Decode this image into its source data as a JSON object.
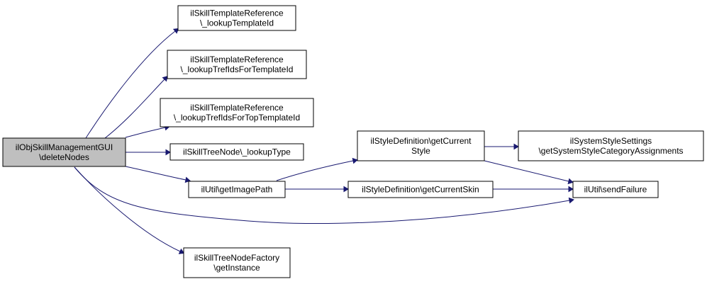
{
  "nodes": {
    "root": {
      "lines": [
        "ilObjSkillManagementGUI",
        "\\deleteNodes"
      ]
    },
    "lookupTplId": {
      "lines": [
        "ilSkillTemplateReference",
        "\\_lookupTemplateId"
      ]
    },
    "lookupTref": {
      "lines": [
        "ilSkillTemplateReference",
        "\\_lookupTrefIdsForTemplateId"
      ]
    },
    "lookupTrefTop": {
      "lines": [
        "ilSkillTemplateReference",
        "\\_lookupTrefIdsForTopTemplateId"
      ]
    },
    "lookupType": {
      "lines": [
        "ilSkillTreeNode\\_lookupType"
      ]
    },
    "getImagePath": {
      "lines": [
        "ilUtil\\getImagePath"
      ]
    },
    "getInstance": {
      "lines": [
        "ilSkillTreeNodeFactory",
        "\\getInstance"
      ]
    },
    "curStyle": {
      "lines": [
        "ilStyleDefinition\\getCurrent",
        "Style"
      ]
    },
    "curSkin": {
      "lines": [
        "ilStyleDefinition\\getCurrentSkin"
      ]
    },
    "sysStyle": {
      "lines": [
        "ilSystemStyleSettings",
        "\\getSystemStyleCategoryAssignments"
      ]
    },
    "sendFailure": {
      "lines": [
        "ilUtil\\sendFailure"
      ]
    }
  },
  "edges": [
    [
      "root",
      "lookupTplId"
    ],
    [
      "root",
      "lookupTref"
    ],
    [
      "root",
      "lookupTrefTop"
    ],
    [
      "root",
      "lookupType"
    ],
    [
      "root",
      "getImagePath"
    ],
    [
      "root",
      "sendFailure"
    ],
    [
      "root",
      "getInstance"
    ],
    [
      "getImagePath",
      "curStyle"
    ],
    [
      "getImagePath",
      "curSkin"
    ],
    [
      "curStyle",
      "sysStyle"
    ],
    [
      "curStyle",
      "sendFailure"
    ],
    [
      "curSkin",
      "sendFailure"
    ]
  ],
  "colors": {
    "edge": "#191970",
    "root_fill": "#bfbfbf",
    "node_fill": "#ffffff",
    "node_stroke": "#000000"
  }
}
